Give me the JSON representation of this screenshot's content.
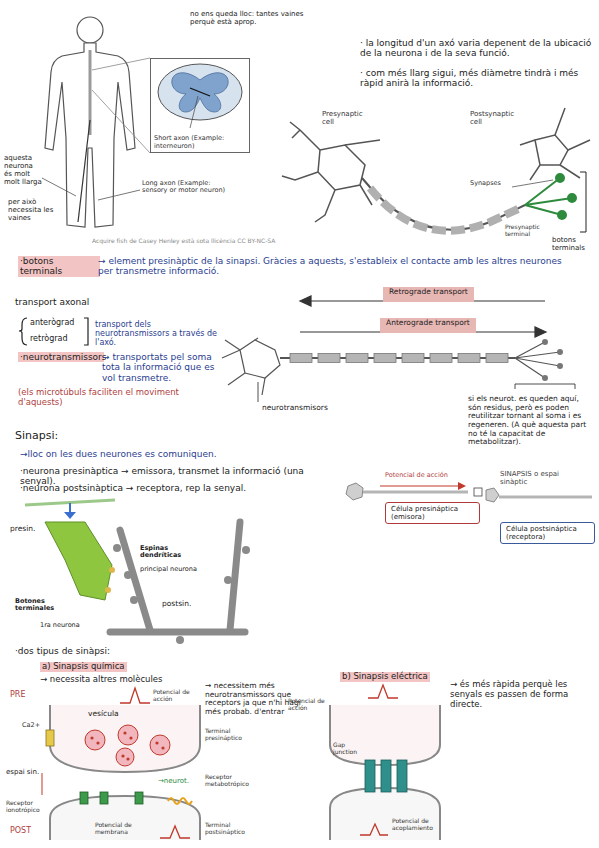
{
  "diagram": {
    "nodes": [
      {
        "text": [
          "Short axon (Example: interneuron)"
        ]
      },
      {
        "text": [
          "Retrograde transport"
        ]
      },
      {
        "text": [
          "Anterograde transport"
        ]
      },
      {
        "text": [
          "Célula presináptica (emisora)"
        ]
      },
      {
        "text": [
          "Célula postsináptica (receptora)"
        ]
      }
    ],
    "labels": [
      "no ens queda lloc: tantes vaines perquè està aprop.",
      "aquesta neurona és molt molt llarga",
      "Long axon (Example: sensory or motor neuron)",
      "per això necessita les vaines",
      "Acquire fish de Casey Henley està sota llicència CC BY-NC-SA",
      "· la longitud d'un axó varia depenent de la ubicació de la neurona i de la seva funció.",
      "· com més llarg sigui, més diàmetre tindrà i més ràpid anirà la informació.",
      "Presynaptic cell",
      "Postsynaptic cell",
      "Synapses",
      "Presynaptic terminal",
      "botons terminals",
      "·botons terminals",
      "→ element presinàptic de la sinapsi. Gràcies a aquests, s'estableix el contacte amb les altres neurones per transmetre informació.",
      "transport axonal",
      "anterògrad",
      "retrògrad",
      "transport dels neurotransmissors a través de l'axó.",
      "·neurotransmissors",
      "→ transportats pel soma tota la informació que es vol transmetre.",
      "(els microtúbuls faciliten el moviment d'aquests)",
      "neurotransmisors",
      "si els neurot. es queden aquí, són residus, però es poden reutilitzar tornant al soma i es regeneren. (A què aquesta part no té la capacitat de metabolitzar).",
      "Sinapsi:",
      "→lloc on les dues neurones es comuniquen.",
      "·neurona presinàptica → emissora, transmet la informació (una senyal).",
      "·neurona postsinàptica → receptora, rep la senyal.",
      "presin.",
      "Espinas dendríticas",
      "principal neurona",
      "postsin.",
      "Botones terminales",
      "1ra neurona",
      "Potencial de acción",
      "SINAPSIS o espai sinàptic",
      "·dos tipus de sinàpsi:",
      "a) Sinapsis química",
      "→ necessita altres molècules",
      "PRE",
      "Potencial de acción",
      "Ca2+",
      "vesícula",
      "→ necessitem més neurotransmissors que receptors ja que n'hi hagi més probab. d'entrar",
      "Terminal presináptico",
      "espai sin.",
      "→neurot.",
      "Receptor ionotrópico",
      "Receptor metabotrópico",
      "POST",
      "Potencial de membrana",
      "Terminal postsináptico",
      "b) Sinapsis eléctrica",
      "Potencial de acción",
      "Gap junction",
      "Potencial de acoplamiento",
      "→ és més ràpida perquè les senyals es passen de forma directe."
    ]
  }
}
